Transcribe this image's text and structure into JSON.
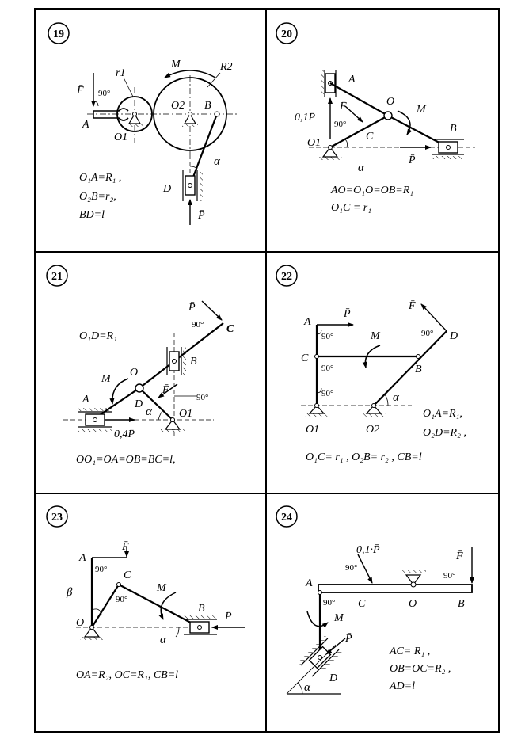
{
  "panels": [
    {
      "number": "19",
      "labels": {
        "F": "F̄",
        "r1": "r1",
        "M": "M",
        "R2": "R2",
        "O2": "O2",
        "B": "B",
        "A": "A",
        "O1": "O1",
        "alpha": "α",
        "D": "D",
        "P": "P̄",
        "deg90": "90°"
      },
      "formulas": [
        "O₁A=R₁ ,",
        "O₂B=r₂,",
        "BD=l"
      ]
    },
    {
      "number": "20",
      "labels": {
        "A": "A",
        "P01": "0,1P̄",
        "F": "F̄",
        "O": "O",
        "M": "M",
        "deg90": "90°",
        "C": "C",
        "B": "B",
        "O1": "O1",
        "P": "P̄",
        "alpha": "α"
      },
      "formulas": [
        "AO=O₁O=OB=R₁",
        "O₁C = r₁"
      ]
    },
    {
      "number": "21",
      "labels": {
        "P": "P̄",
        "deg90a": "90°",
        "C": "C",
        "B": "B",
        "O": "O",
        "M": "M",
        "F": "F̄",
        "deg90b": "90°",
        "A": "A",
        "D": "D",
        "alpha": "α",
        "O1": "O1",
        "P04": "0,4P̄"
      },
      "formulas": [
        "O₁D=R₁",
        "OO₁=OA=OB=BC=l,"
      ]
    },
    {
      "number": "22",
      "labels": {
        "F": "F̄",
        "P": "P̄",
        "A": "A",
        "deg90a": "90°",
        "M": "M",
        "deg90b": "90°",
        "D": "D",
        "C": "C",
        "deg90c": "90°",
        "B": "B",
        "deg90d": "90°",
        "alpha": "α",
        "O1": "O1",
        "O2": "O2"
      },
      "formulas": [
        "O₁A=R₁,",
        "O₂D=R₂ ,",
        "O₁C= r₁ ,  O₂B= r₂ ,  CB=l"
      ]
    },
    {
      "number": "23",
      "labels": {
        "F": "F̄",
        "A": "A",
        "deg90a": "90°",
        "C": "C",
        "M": "M",
        "deg90b": "90°",
        "beta": "β",
        "B": "B",
        "P": "P̄",
        "O": "O",
        "alpha": "α"
      },
      "formulas": [
        "OA=R₂, OC=R₁,  CB=l"
      ]
    },
    {
      "number": "24",
      "labels": {
        "P01": "0,1·P̄",
        "F": "F̄",
        "deg90a": "90°",
        "deg90b": "90°",
        "A": "A",
        "deg90c": "90°",
        "C": "C",
        "O": "O",
        "B": "B",
        "M": "M",
        "P": "P̄",
        "D": "D",
        "alpha": "α"
      },
      "formulas": [
        "AC= R₁ ,",
        "OB=OC=R₂ ,",
        "AD=l"
      ]
    }
  ]
}
